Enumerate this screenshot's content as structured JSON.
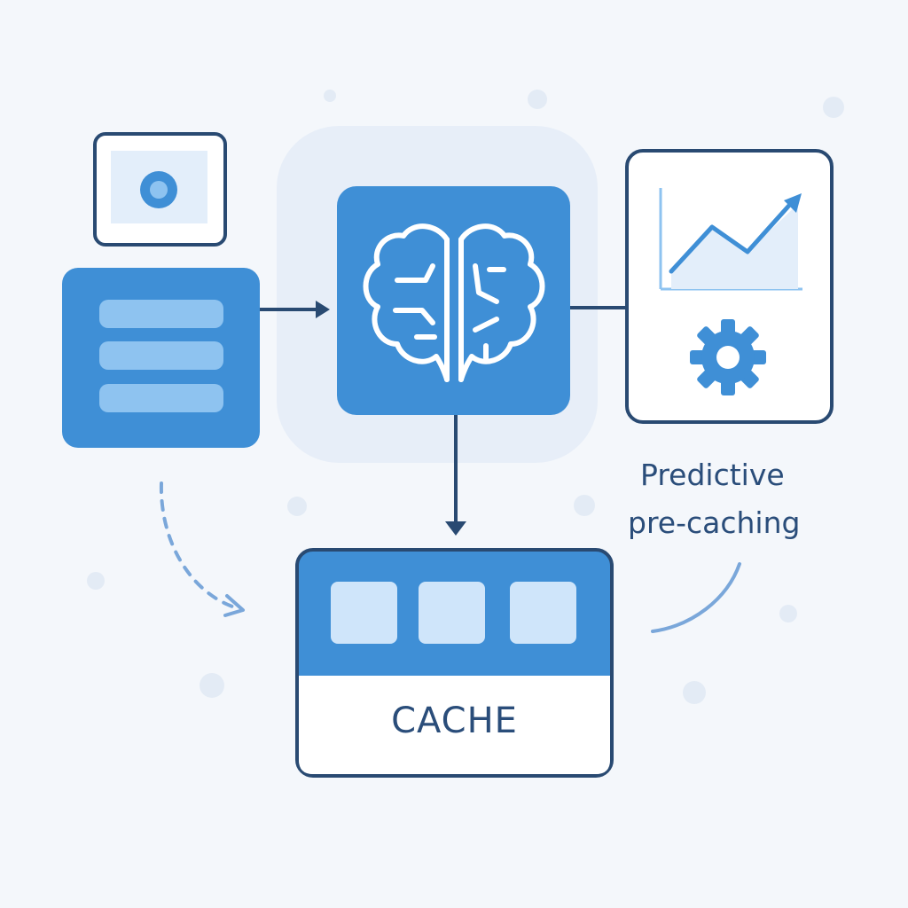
{
  "caption": {
    "line1": "Predictive",
    "line2": "pre-caching"
  },
  "cache": {
    "label": "CACHE"
  },
  "colors": {
    "background": "#f4f7fb",
    "primary_blue": "#3f8fd6",
    "light_blue": "#8ec3f0",
    "pale_blue": "#cfe5fa",
    "outline_navy": "#294a72",
    "glow": "#e7eef8"
  },
  "icons": [
    "camera-icon",
    "database-list-icon",
    "brain-icon",
    "growth-chart-icon",
    "gear-icon"
  ]
}
